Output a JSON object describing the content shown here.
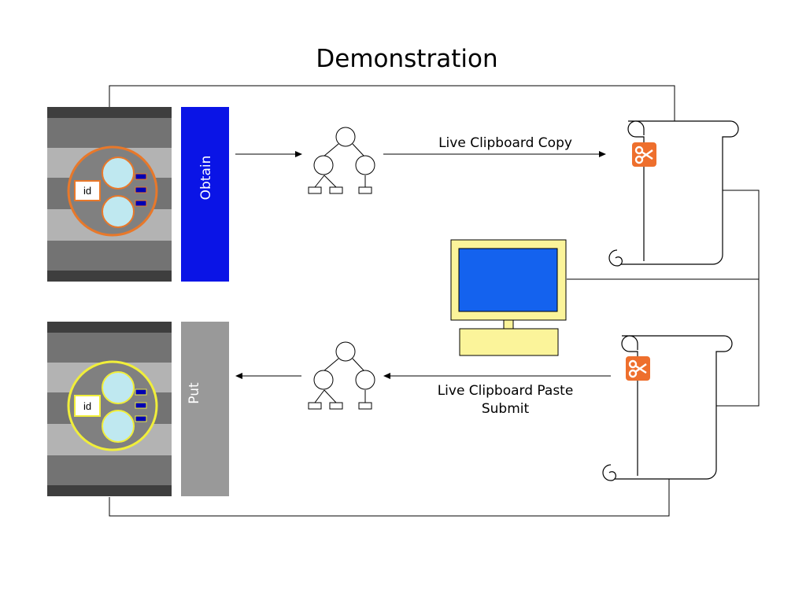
{
  "title": "Demonstration",
  "labels": {
    "copy": "Live Clipboard Copy",
    "paste_line1": "Live Clipboard Paste",
    "paste_line2": "Submit",
    "obtain": "Obtain",
    "put": "Put",
    "id_top": "id",
    "id_bottom": "id"
  },
  "icons": {
    "scissors_top": "scissors-icon",
    "scissors_bottom": "scissors-icon"
  },
  "colors": {
    "obtain_bar": "#0a14e6",
    "put_bar": "#999999",
    "monitor_frame": "#fbf49a",
    "monitor_screen": "#1462ee",
    "scissors_bg": "#ee6f2d",
    "top_ring": "#e8782a",
    "bottom_ring": "#f0ee3a",
    "bubble": "#bfe8f0",
    "port": "#0000b3"
  }
}
